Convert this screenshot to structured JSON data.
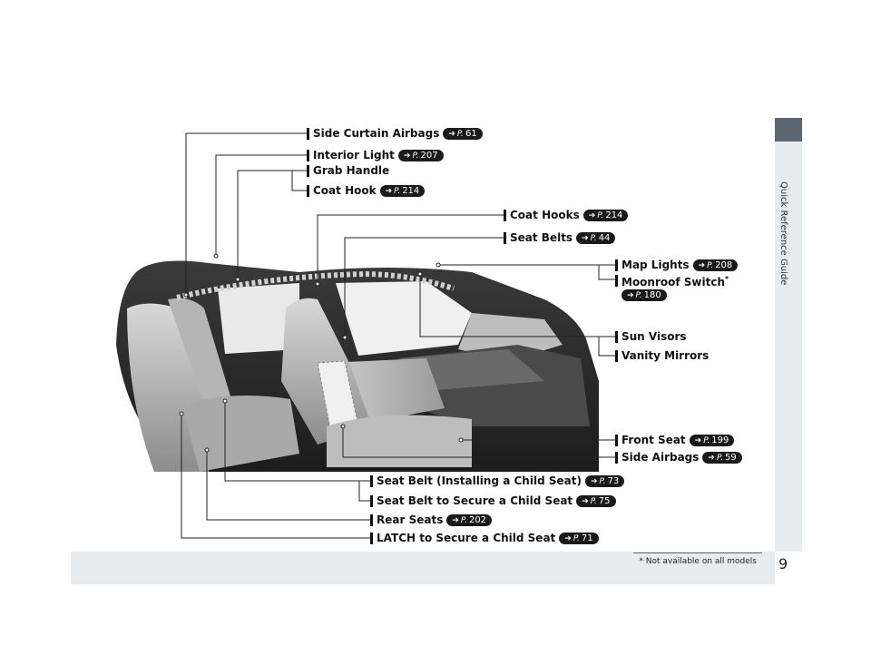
{
  "sidebar": {
    "title": "Quick Reference Guide"
  },
  "page_number": "9",
  "footnote": "* Not available on all models",
  "callouts": [
    {
      "label": "Side Curtain Airbags",
      "page": "61"
    },
    {
      "label": "Interior Light",
      "page": "207"
    },
    {
      "label": "Grab Handle",
      "page": ""
    },
    {
      "label": "Coat Hook",
      "page": "214"
    },
    {
      "label": "Coat Hooks",
      "page": "214"
    },
    {
      "label": "Seat Belts",
      "page": "44"
    },
    {
      "label": "Map Lights",
      "page": "208"
    },
    {
      "label": "Moonroof Switch",
      "page": "180",
      "asterisk": "*"
    },
    {
      "label": "Sun Visors",
      "page": ""
    },
    {
      "label": "Vanity Mirrors",
      "page": ""
    },
    {
      "label": "Front Seat",
      "page": "199"
    },
    {
      "label": "Side Airbags",
      "page": "59"
    },
    {
      "label": "Seat Belt (Installing a Child Seat)",
      "page": "73"
    },
    {
      "label": "Seat Belt to Secure a Child Seat",
      "page": "75"
    },
    {
      "label": "Rear Seats",
      "page": "202"
    },
    {
      "label": "LATCH to Secure a Child Seat",
      "page": "71"
    }
  ],
  "ref_prefix": "P.",
  "ref_arrow": "➔",
  "colors": {
    "tab": "#5b6770",
    "band": "#e8ebee",
    "pill": "#1a1a1a",
    "interior_dark": "#2b2b2b"
  }
}
